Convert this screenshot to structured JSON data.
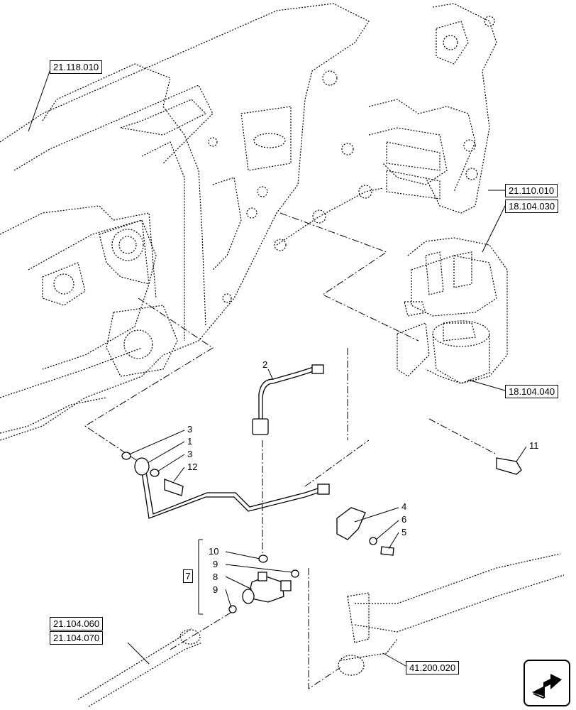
{
  "references": {
    "r21_118_010": "21.118.010",
    "r21_110_010": "21.110.010",
    "r18_104_030": "18.104.030",
    "r18_104_040": "18.104.040",
    "r21_104_060": "21.104.060",
    "r21_104_070": "21.104.070",
    "r41_200_020": "41.200.020"
  },
  "callouts": {
    "c2": "2",
    "c3a": "3",
    "c1": "1",
    "c3b": "3",
    "c12": "12",
    "c11": "11",
    "c4": "4",
    "c6": "6",
    "c5": "5",
    "c10": "10",
    "c9a": "9",
    "c8": "8",
    "c9b": "9"
  },
  "group_label": "7",
  "nav_icon": "next-page-arrow-icon"
}
